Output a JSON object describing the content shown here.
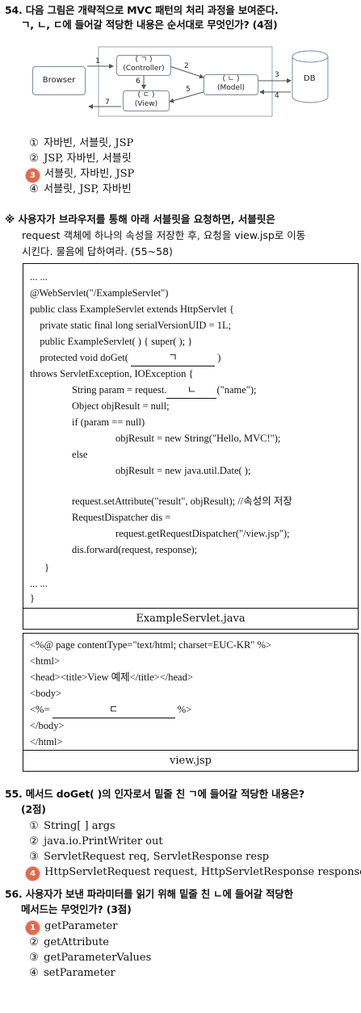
{
  "q54": {
    "title_line1": "54. 다음 그림은 개략적으로 MVC 패턴의 처리 과정을 보여준다.",
    "title_line2": "ㄱ, ㄴ, ㄷ에 들어갈 적당한 내용은 순서대로 무엇인가? (4점)",
    "diagram": {
      "browser": "Browser",
      "controller_a": "( ㄱ )",
      "controller_b": "(Controller)",
      "view_a": "( ㄷ )",
      "view_b": "(View)",
      "model_a": "( ㄴ )",
      "model_b": "(Model)",
      "db": "DB",
      "n1": "1",
      "n2": "2",
      "n3": "3",
      "n4": "4",
      "n5": "5",
      "n6": "6",
      "n7": "7"
    },
    "options": [
      {
        "mark": "①",
        "text": "자바빈, 서블릿, JSP"
      },
      {
        "mark": "②",
        "text": "JSP, 자바빈, 서블릿"
      },
      {
        "mark": "3",
        "text": "서블릿, 자바빈, JSP"
      },
      {
        "mark": "④",
        "text": "서블릿, JSP, 자바빈"
      }
    ]
  },
  "intro": {
    "line1": "※ 사용자가 브라우저를 통해 아래 서블릿을 요청하면, 서블릿은",
    "line2": "request 객체에 하나의 속성을 저장한 후, 요청을 view.jsp로 이동",
    "line3": "시킨다. 물음에 답하여라. (55~58)"
  },
  "servlet": {
    "lines": [
      "... ...",
      "@WebServlet(\"/ExampleServlet\")",
      "public class ExampleServlet extends HttpServlet {",
      "  private static final long serialVersionUID = 1L;",
      "  public ExampleServlet( ) { super( ); }",
      "  protected void doGet(",
      "throws ServletException, IOException {",
      "String param = request.",
      "Object objResult = null;",
      "if (param == null)",
      "objResult = new String(\"Hello, MVC!\");",
      "else",
      "objResult = new java.util.Date( );",
      "request.setAttribute(\"result\", objResult); //속성의 저장",
      "RequestDispatcher dis =",
      "request.getRequestDispatcher(\"/view.jsp\");",
      "dis.forward(request, response);",
      "}",
      "... ...",
      "}"
    ],
    "blank_a": "ㄱ",
    "close_paren": ")",
    "blank_b": "ㄴ",
    "param_tail": "(\"name\");",
    "caption": "ExampleServlet.java"
  },
  "view": {
    "lines": [
      "<%@ page contentType=\"text/html; charset=EUC-KR\" %>",
      "<html>",
      "<head><title>View 예제</title></head>",
      "<body>",
      "<%=",
      "</body>",
      "</html>"
    ],
    "blank_c": "ㄷ",
    "close": "%>",
    "caption": "view.jsp"
  },
  "q55": {
    "title_line1": "55. 메서드 doGet( )의 인자로서 밑줄 친 ㄱ에 들어갈 적당한 내용은?",
    "title_line2": "(2점)",
    "options": [
      {
        "mark": "①",
        "text": "String[ ] args"
      },
      {
        "mark": "②",
        "text": "java.io.PrintWriter out"
      },
      {
        "mark": "③",
        "text": "ServletRequest req, ServletResponse resp"
      },
      {
        "mark": "4",
        "text": "HttpServletRequest request, HttpServletResponse response"
      }
    ]
  },
  "q56": {
    "title_line1": "56. 사용자가 보낸 파라미터를 읽기 위해 밑줄 친 ㄴ에 들어갈 적당한",
    "title_line2": "메서드는 무엇인가? (3점)",
    "options": [
      {
        "mark": "1",
        "text": "getParameter"
      },
      {
        "mark": "②",
        "text": "getAttribute"
      },
      {
        "mark": "③",
        "text": "getParameterValues"
      },
      {
        "mark": "④",
        "text": "setParameter"
      }
    ]
  }
}
